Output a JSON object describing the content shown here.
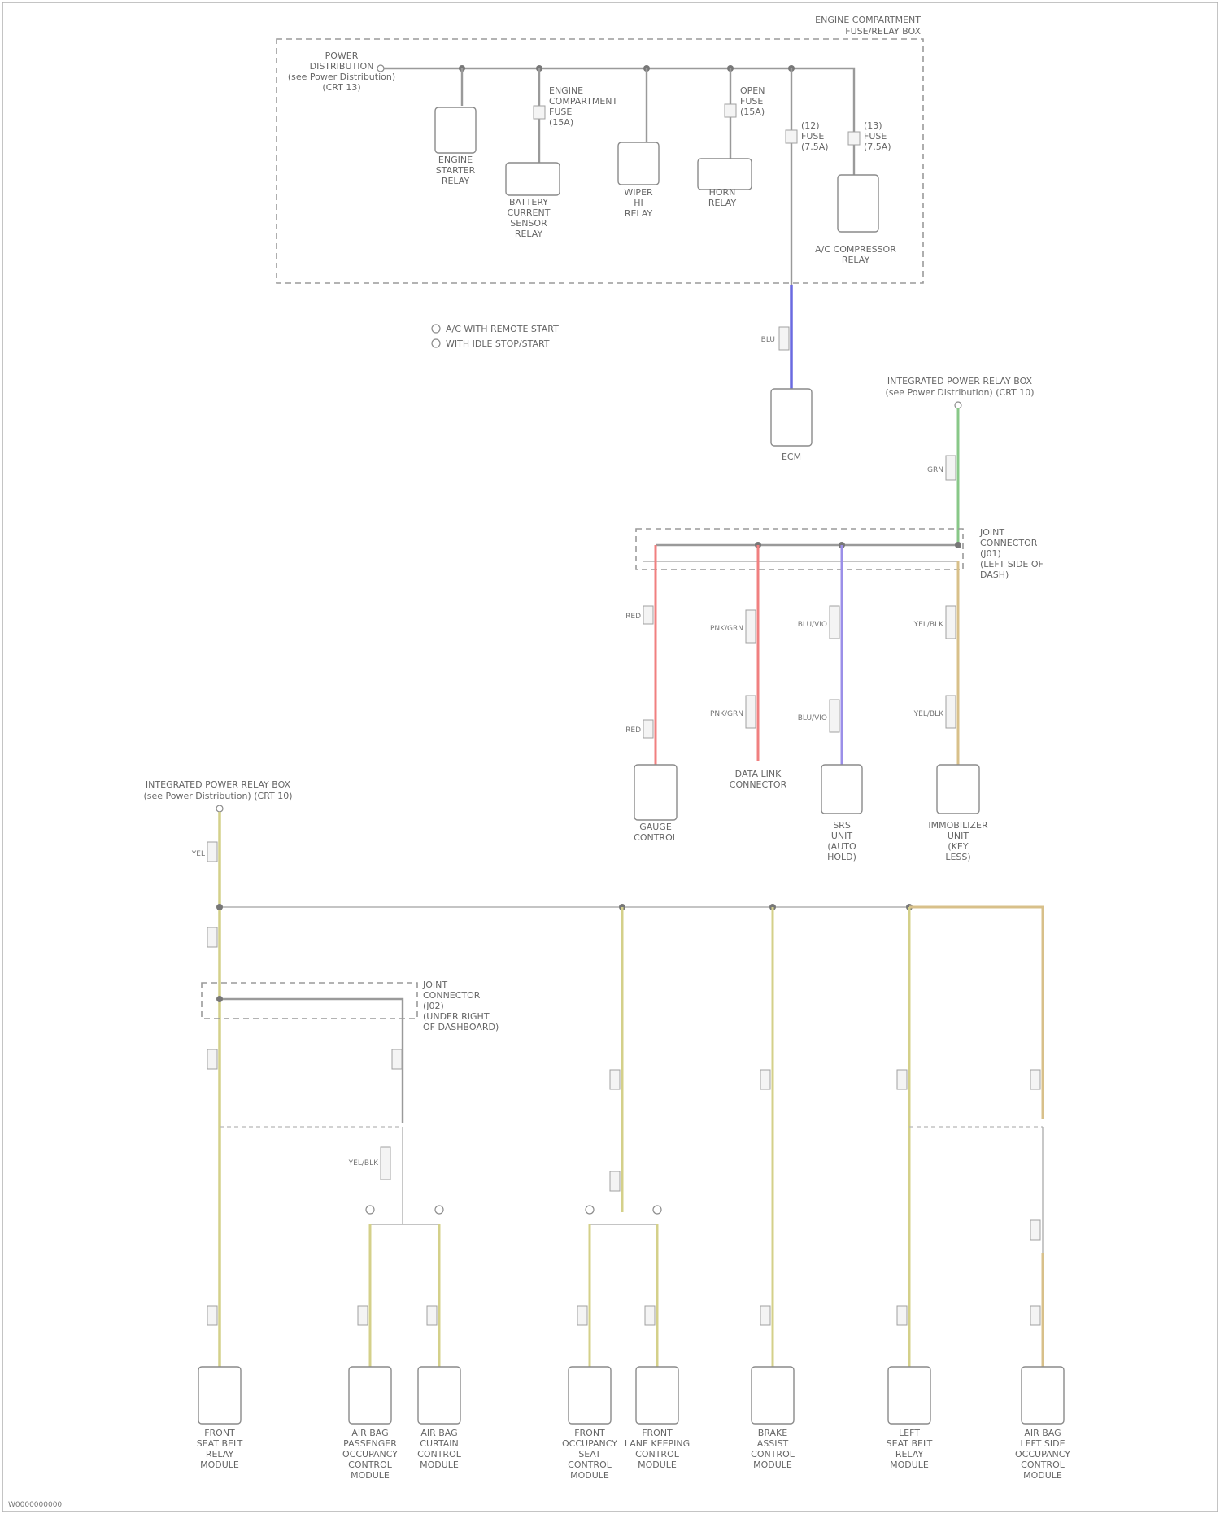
{
  "page": {
    "border_color": "#b0b0b0",
    "footer_code": "W0000000000"
  },
  "colors": {
    "wire_grey": "#9a9a9a",
    "wire_blue": "#6a6ae0",
    "wire_red": "#f08080",
    "wire_violet": "#9b8fe8",
    "wire_yellow": "#d4d08a",
    "wire_green": "#88c888",
    "wire_tan": "#d8c08a"
  },
  "top_block": {
    "title_lines": [
      "ENGINE COMPARTMENT",
      "FUSE/RELAY BOX"
    ],
    "source_lines": [
      "POWER",
      "DISTRIBUTION",
      "(see Power Distribution)",
      "(CRT 13)"
    ],
    "fuse_a_lines": [
      "ENGINE",
      "COMPARTMENT",
      "FUSE",
      "(15A)"
    ],
    "fuse_b_lines": [
      "OPEN",
      "FUSE",
      "(15A)"
    ],
    "fuse_c_lines": [
      "(12)",
      "FUSE",
      "(7.5A)"
    ],
    "fuse_d_lines": [
      "(13)",
      "FUSE",
      "(7.5A)"
    ],
    "relay_1_lines": [
      "ENGINE",
      "STARTER",
      "RELAY"
    ],
    "relay_2_lines": [
      "BATTERY",
      "CURRENT",
      "SENSOR",
      "RELAY"
    ],
    "relay_3_lines": [
      "WIPER",
      "HI",
      "RELAY"
    ],
    "relay_4_lines": [
      "HORN",
      "RELAY"
    ],
    "relay_5_lines": [
      "A/C COMPRESSOR",
      "RELAY"
    ],
    "legend_1": "A/C WITH REMOTE START",
    "legend_2": "WITH IDLE STOP/START"
  },
  "ecm_block": {
    "wire_code": "BLU",
    "label": "ECM"
  },
  "mid_block": {
    "header_lines": [
      "INTEGRATED POWER RELAY BOX",
      "(see Power Distribution) (CRT 10)"
    ],
    "wire_code_top": "GRN",
    "splice_lines": [
      "JOINT",
      "CONNECTOR",
      "(J01)",
      "(LEFT SIDE OF",
      "DASH)"
    ],
    "wire_codes": [
      "RED",
      "PNK/GRN",
      "BLU/VIO",
      "YEL/BLK"
    ],
    "wire_codes_lower": [
      "RED",
      "PNK/GRN",
      "BLU/VIO",
      "YEL/BLK"
    ],
    "component_1_lines": [
      "GAUGE",
      "CONTROL"
    ],
    "component_2_lines": [
      "DATA LINK",
      "CONNECTOR"
    ],
    "component_3_lines": [
      "SRS",
      "UNIT",
      "(AUTO",
      "HOLD)"
    ],
    "component_4_lines": [
      "IMMOBILIZER",
      "UNIT",
      "(KEY",
      "LESS)"
    ]
  },
  "bottom_block": {
    "header_lines": [
      "INTEGRATED POWER RELAY BOX",
      "(see Power Distribution) (CRT 10)"
    ],
    "wire_code": "YEL",
    "splice_lines": [
      "JOINT",
      "CONNECTOR",
      "(J02)",
      "(UNDER RIGHT",
      "OF DASHBOARD)"
    ],
    "side_wire_code": "YEL/BLK",
    "modules": [
      [
        "FRONT",
        "SEAT BELT",
        "RELAY",
        "MODULE"
      ],
      [
        "AIR BAG",
        "PASSENGER",
        "OCCUPANCY",
        "CONTROL",
        "MODULE"
      ],
      [
        "AIR BAG",
        "CURTAIN",
        "CONTROL",
        "MODULE"
      ],
      [
        "FRONT",
        "OCCUPANCY",
        "SEAT",
        "CONTROL",
        "MODULE"
      ],
      [
        "FRONT",
        "LANE KEEPING",
        "CONTROL",
        "MODULE"
      ],
      [
        "BRAKE",
        "ASSIST",
        "CONTROL",
        "MODULE"
      ],
      [
        "LEFT",
        "SEAT BELT",
        "RELAY",
        "MODULE"
      ],
      [
        "AIR BAG",
        "LEFT SIDE",
        "OCCUPANCY",
        "CONTROL",
        "MODULE"
      ]
    ]
  }
}
